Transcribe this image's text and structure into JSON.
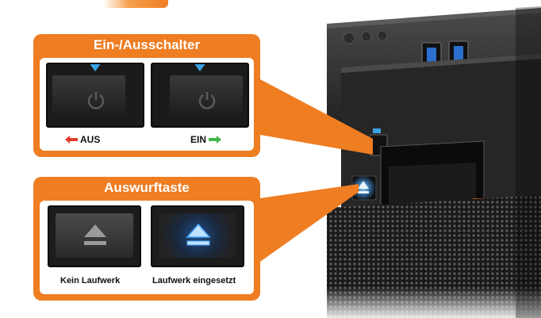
{
  "power_panel": {
    "title": "Ein-/Ausschalter",
    "off_label": "AUS",
    "on_label": "EIN"
  },
  "eject_panel": {
    "title": "Auswurftaste",
    "no_drive_label": "Kein Laufwerk",
    "drive_inserted_label": "Laufwerk eingesetzt"
  },
  "colors": {
    "accent_orange": "#ef7d22",
    "indicator_blue": "#3aa2e4",
    "eject_led_blue": "#4aa8ff",
    "off_arrow_red": "#e53a2a",
    "on_arrow_green": "#43b54a"
  },
  "icons": [
    "power-icon",
    "eject-icon",
    "arrow-left-icon",
    "arrow-right-icon"
  ]
}
